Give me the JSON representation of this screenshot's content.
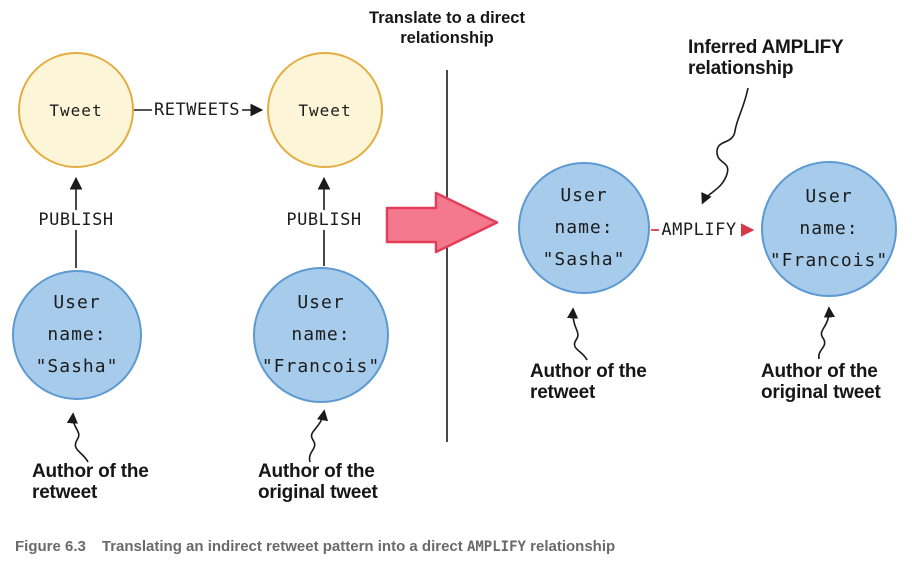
{
  "title": "Translate to a direct\nrelationship",
  "nodes": {
    "tweet_left": {
      "label": "Tweet"
    },
    "tweet_right": {
      "label": "Tweet"
    },
    "user_sasha_left": {
      "label": "User\nname:\n\"Sasha\""
    },
    "user_francois_left": {
      "label": "User\nname:\n\"Francois\""
    },
    "user_sasha_right": {
      "label": "User\nname:\n\"Sasha\""
    },
    "user_francois_right": {
      "label": "User\nname:\n\"Francois\""
    }
  },
  "relationships": {
    "retweets": "RETWEETS",
    "publish_left": "PUBLISH",
    "publish_right": "PUBLISH",
    "amplify": "AMPLIFY"
  },
  "annotations": {
    "author_retweet_left": "Author of the\nretweet",
    "author_original_left": "Author of the\noriginal tweet",
    "author_retweet_right": "Author of the\nretweet",
    "author_original_right": "Author of the\noriginal tweet",
    "inferred_amplify": "Inferred AMPLIFY\nrelationship"
  },
  "caption": {
    "label": "Figure 6.3",
    "text_before": "Translating an indirect retweet pattern into a direct",
    "code": "AMPLIFY",
    "text_after": "relationship"
  },
  "colors": {
    "tweet_node_fill": "#fcf5d8",
    "tweet_node_border": "#e3ae41",
    "user_node_fill": "#a7cceb",
    "user_node_border": "#5c9ad1",
    "transform_arrow_fill": "#f5798e",
    "transform_arrow_border": "#e23e59",
    "amplify_arrow_red": "#d93848",
    "caption_gray": "#6a6a6a",
    "line_black": "#1a1a1a"
  }
}
